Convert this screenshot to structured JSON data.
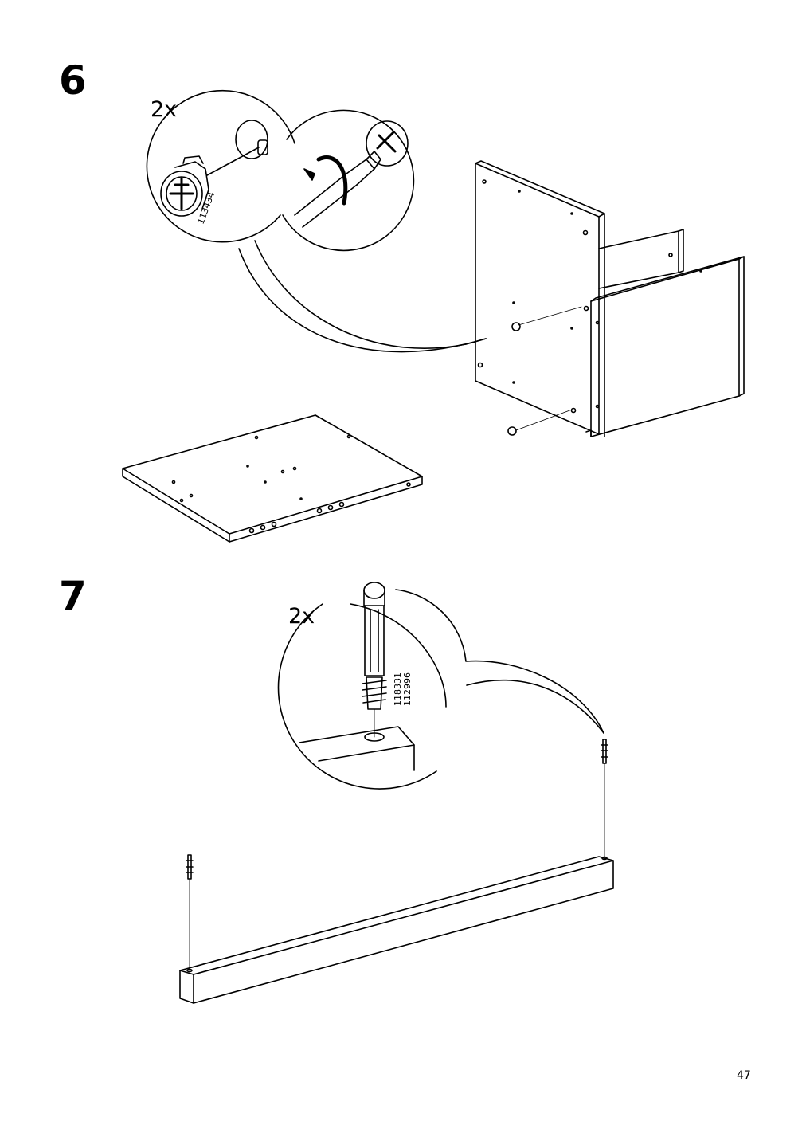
{
  "steps": [
    {
      "number": "6",
      "quantity": "2x",
      "part_codes": [
        "113434"
      ]
    },
    {
      "number": "7",
      "quantity": "2x",
      "part_codes": [
        "118331",
        "112996"
      ]
    }
  ],
  "page_number": "47",
  "icons": [
    "cam-lock-fitting-icon",
    "screwdriver-icon",
    "rotate-arrow-icon",
    "dowel-screw-icon"
  ]
}
